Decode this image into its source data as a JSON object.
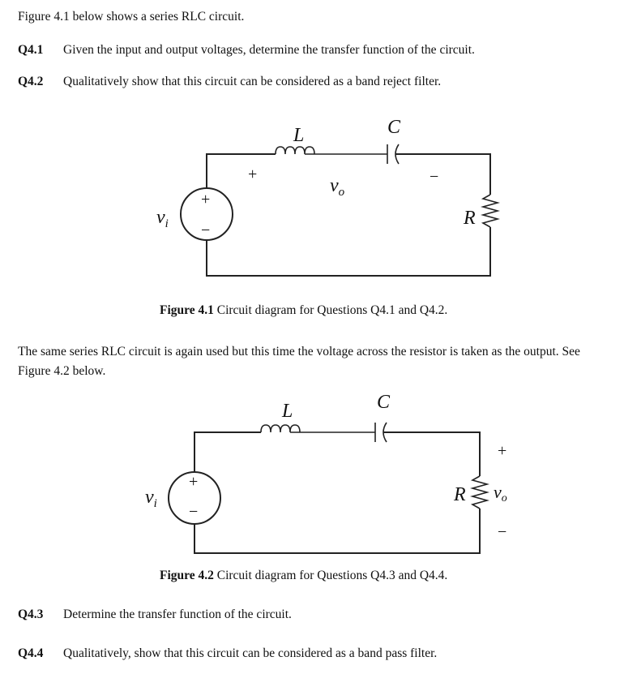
{
  "intro": "Figure 4.1 below shows a series RLC circuit.",
  "questions": [
    {
      "num": "Q4.1",
      "text": "Given the input and output voltages, determine the transfer function of the circuit."
    },
    {
      "num": "Q4.2",
      "text": "Qualitatively show that this circuit can be considered as a band reject filter."
    },
    {
      "num": "Q4.3",
      "text": "Determine the transfer function of the circuit."
    },
    {
      "num": "Q4.4",
      "text": "Qualitatively, show that this circuit can be considered as a band pass filter."
    }
  ],
  "figure1": {
    "inductor_label": "L",
    "capacitor_label": "C",
    "resistor_label": "R",
    "source_label": "v",
    "source_sub": "i",
    "output_label": "v",
    "output_sub": "o",
    "plus": "+",
    "minus": "−",
    "caption_bold": "Figure 4.1",
    "caption_text": " Circuit diagram for Questions Q4.1 and Q4.2."
  },
  "between_text": "The same series RLC circuit is again used but this time the voltage across the resistor is taken as the output. See Figure 4.2 below.",
  "figure2": {
    "inductor_label": "L",
    "capacitor_label": "C",
    "resistor_label": "R",
    "source_label": "v",
    "source_sub": "i",
    "output_label": "v",
    "output_sub": "o",
    "plus": "+",
    "minus": "−",
    "caption_bold": "Figure 4.2",
    "caption_text": " Circuit diagram for Questions Q4.3 and Q4.4."
  }
}
